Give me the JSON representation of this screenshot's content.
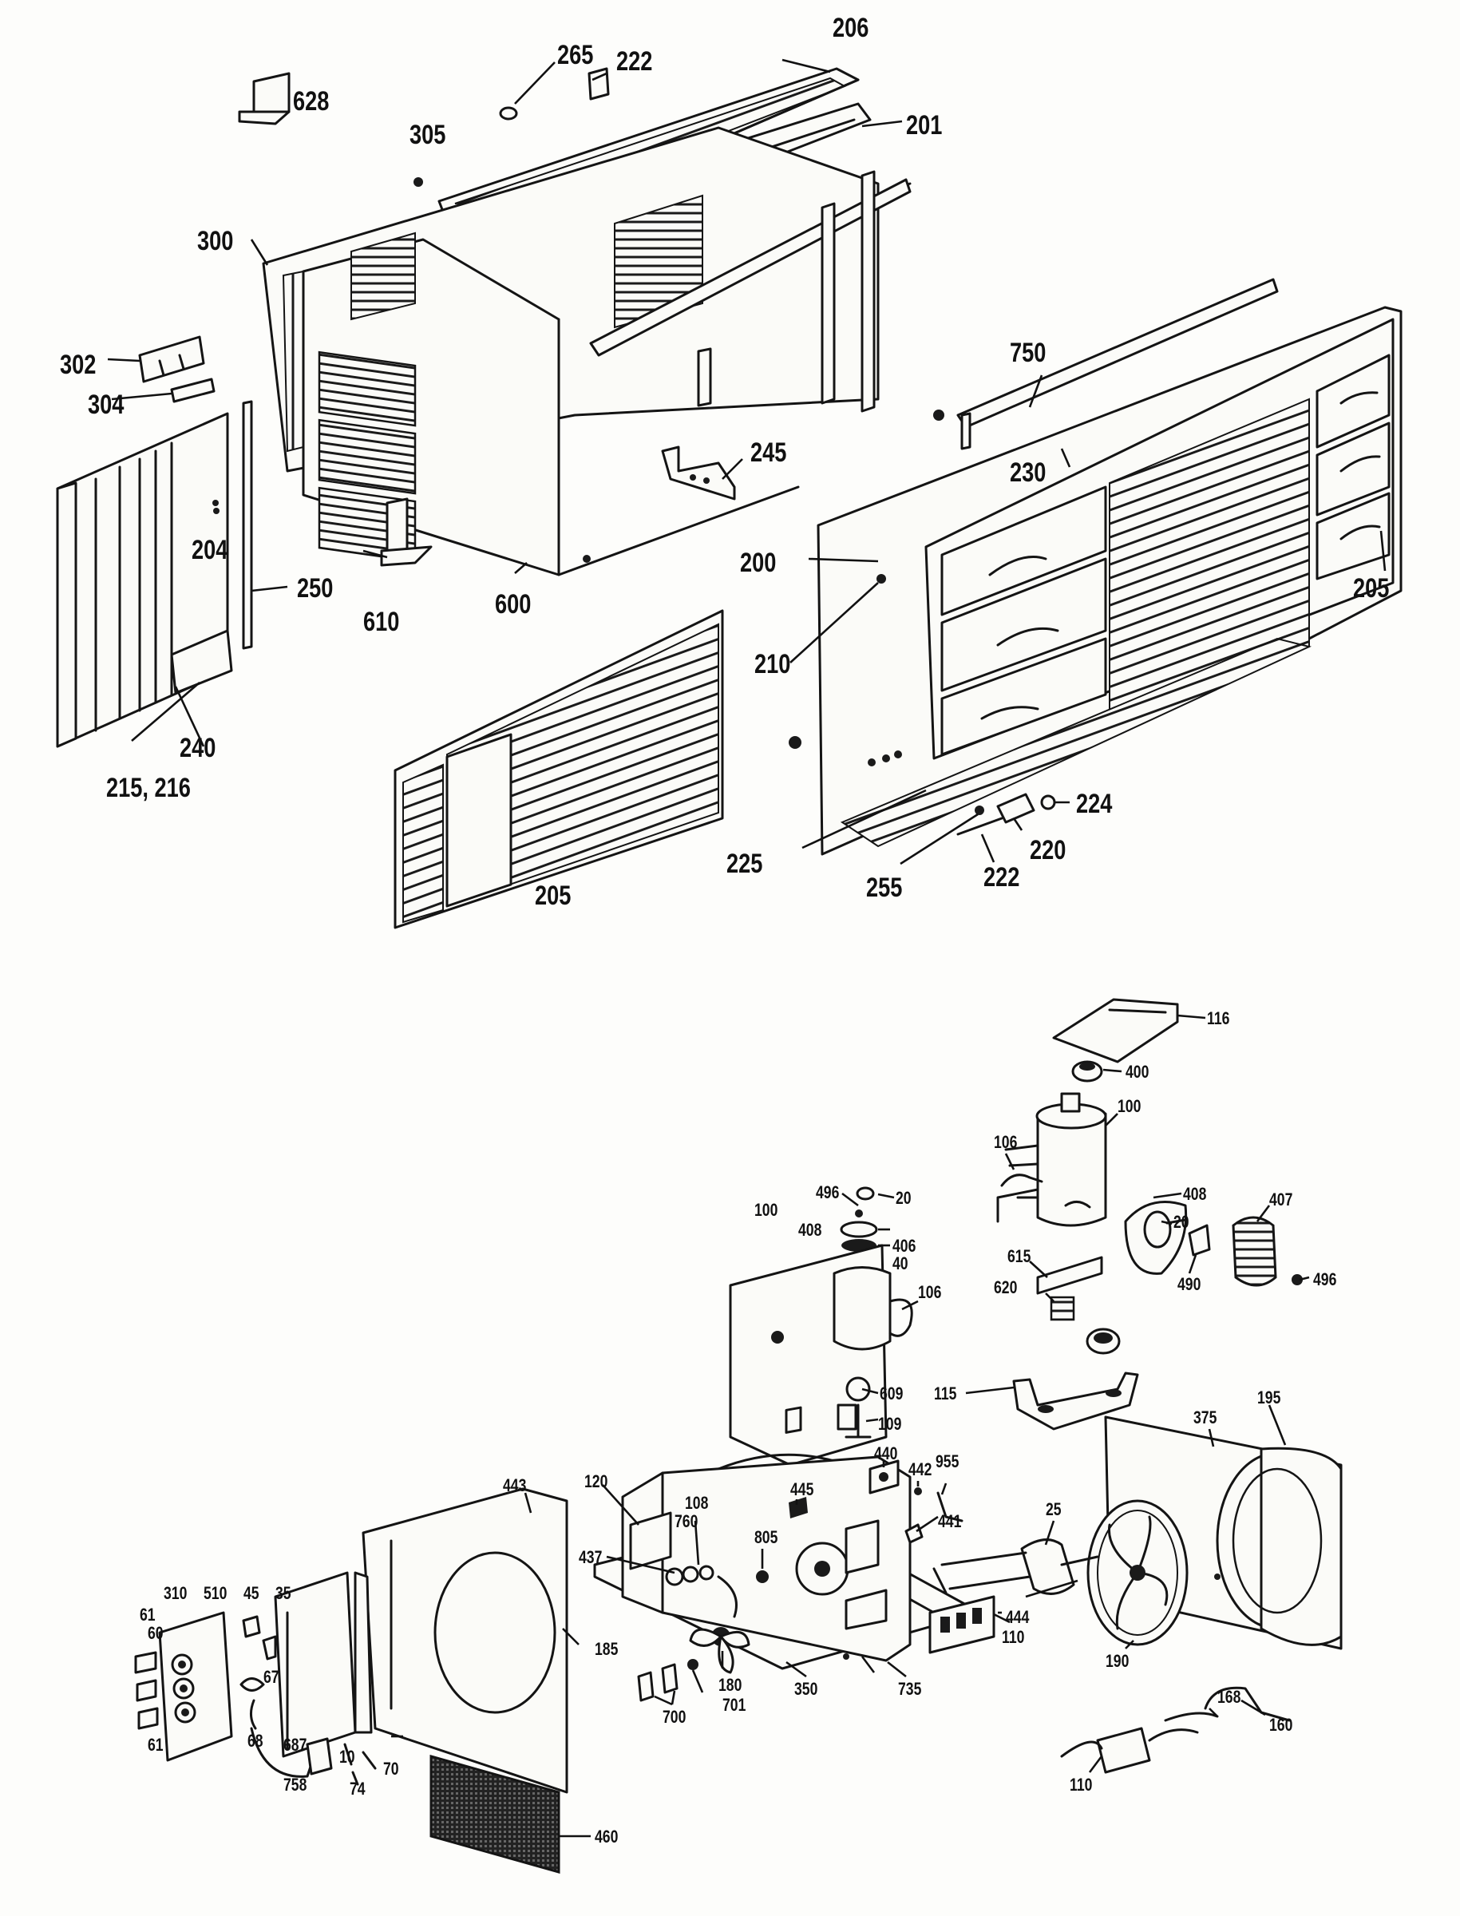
{
  "top_group": {
    "callouts": [
      {
        "id": "c206",
        "text": "206"
      },
      {
        "id": "c265",
        "text": "265"
      },
      {
        "id": "c222a",
        "text": "222"
      },
      {
        "id": "c628",
        "text": "628"
      },
      {
        "id": "c305",
        "text": "305"
      },
      {
        "id": "c201",
        "text": "201"
      },
      {
        "id": "c300",
        "text": "300"
      },
      {
        "id": "c302",
        "text": "302"
      },
      {
        "id": "c304",
        "text": "304"
      },
      {
        "id": "c750",
        "text": "750"
      },
      {
        "id": "c245",
        "text": "245"
      },
      {
        "id": "c230",
        "text": "230"
      },
      {
        "id": "c204",
        "text": "204"
      },
      {
        "id": "c200",
        "text": "200"
      },
      {
        "id": "c205r",
        "text": "205"
      },
      {
        "id": "c250",
        "text": "250"
      },
      {
        "id": "c610",
        "text": "610"
      },
      {
        "id": "c600",
        "text": "600"
      },
      {
        "id": "c210",
        "text": "210"
      },
      {
        "id": "c240",
        "text": "240"
      },
      {
        "id": "c215",
        "text": "215, 216"
      },
      {
        "id": "c224",
        "text": "224"
      },
      {
        "id": "c220",
        "text": "220"
      },
      {
        "id": "c225",
        "text": "225"
      },
      {
        "id": "c255",
        "text": "255"
      },
      {
        "id": "c222b",
        "text": "222"
      },
      {
        "id": "c205b",
        "text": "205"
      }
    ]
  },
  "bottom_group": {
    "callouts": [
      {
        "id": "c116",
        "text": "116"
      },
      {
        "id": "c400",
        "text": "400"
      },
      {
        "id": "c100r",
        "text": "100"
      },
      {
        "id": "c106r",
        "text": "106"
      },
      {
        "id": "c408r",
        "text": "408"
      },
      {
        "id": "c20r",
        "text": "20"
      },
      {
        "id": "c407",
        "text": "407"
      },
      {
        "id": "c496a",
        "text": "496"
      },
      {
        "id": "c20a",
        "text": "20"
      },
      {
        "id": "c100l",
        "text": "100"
      },
      {
        "id": "c408l",
        "text": "408"
      },
      {
        "id": "c406",
        "text": "406"
      },
      {
        "id": "c40",
        "text": "40"
      },
      {
        "id": "c615",
        "text": "615"
      },
      {
        "id": "c620",
        "text": "620"
      },
      {
        "id": "c490",
        "text": "490"
      },
      {
        "id": "c496b",
        "text": "496"
      },
      {
        "id": "c106l",
        "text": "106"
      },
      {
        "id": "c609",
        "text": "609"
      },
      {
        "id": "c115",
        "text": "115"
      },
      {
        "id": "c109",
        "text": "109"
      },
      {
        "id": "c375",
        "text": "375"
      },
      {
        "id": "c195",
        "text": "195"
      },
      {
        "id": "c440",
        "text": "440"
      },
      {
        "id": "c442",
        "text": "442"
      },
      {
        "id": "c955",
        "text": "955"
      },
      {
        "id": "c445",
        "text": "445"
      },
      {
        "id": "c443",
        "text": "443"
      },
      {
        "id": "c120",
        "text": "120"
      },
      {
        "id": "c108",
        "text": "108"
      },
      {
        "id": "c760",
        "text": "760"
      },
      {
        "id": "c441",
        "text": "441"
      },
      {
        "id": "c25",
        "text": "25"
      },
      {
        "id": "c437",
        "text": "437"
      },
      {
        "id": "c805",
        "text": "805"
      },
      {
        "id": "c444",
        "text": "444"
      },
      {
        "id": "c310",
        "text": "310"
      },
      {
        "id": "c510",
        "text": "510"
      },
      {
        "id": "c45",
        "text": "45"
      },
      {
        "id": "c35",
        "text": "35"
      },
      {
        "id": "c110r",
        "text": "110"
      },
      {
        "id": "c190",
        "text": "190"
      },
      {
        "id": "c168",
        "text": "168"
      },
      {
        "id": "c61a",
        "text": "61"
      },
      {
        "id": "c60",
        "text": "60"
      },
      {
        "id": "c67",
        "text": "67"
      },
      {
        "id": "c185",
        "text": "185"
      },
      {
        "id": "c180l",
        "text": "180"
      },
      {
        "id": "c160",
        "text": "160"
      },
      {
        "id": "c61b",
        "text": "61"
      },
      {
        "id": "c68",
        "text": "68"
      },
      {
        "id": "c687",
        "text": "687"
      },
      {
        "id": "c10",
        "text": "10"
      },
      {
        "id": "c70",
        "text": "70"
      },
      {
        "id": "c700",
        "text": "700"
      },
      {
        "id": "c701",
        "text": "701"
      },
      {
        "id": "c350",
        "text": "350"
      },
      {
        "id": "c735",
        "text": "735"
      },
      {
        "id": "c110b",
        "text": "110"
      },
      {
        "id": "c758",
        "text": "758"
      },
      {
        "id": "c74",
        "text": "74"
      },
      {
        "id": "c460",
        "text": "460"
      }
    ]
  }
}
